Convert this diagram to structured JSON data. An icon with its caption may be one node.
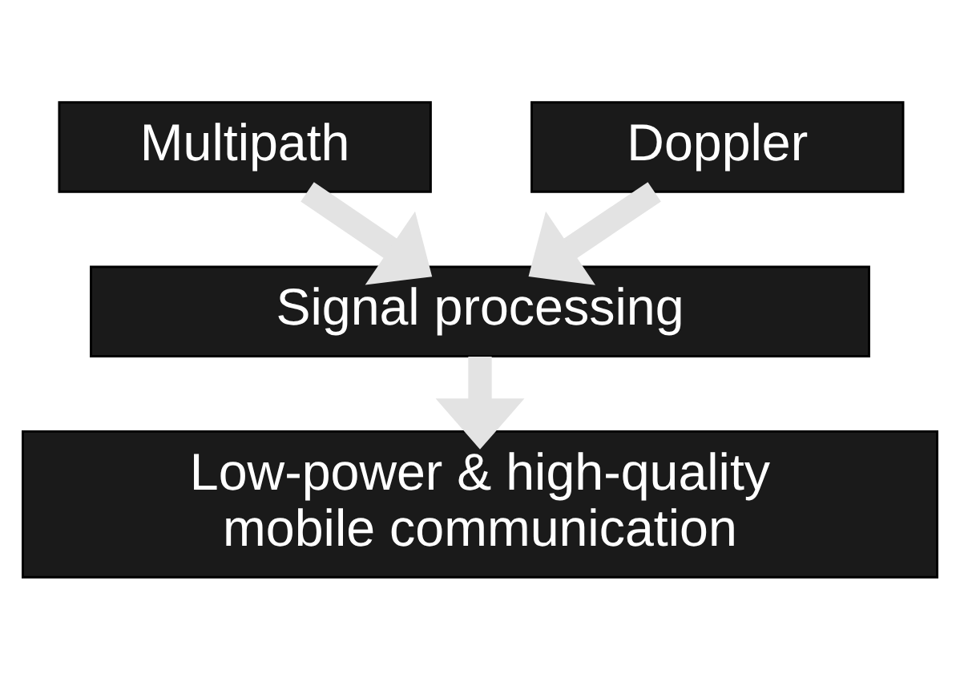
{
  "diagram": {
    "nodes": [
      {
        "text": [
          "Multipath"
        ]
      },
      {
        "text": [
          "Doppler"
        ]
      },
      {
        "text": [
          "Signal processing"
        ]
      },
      {
        "text": [
          "Low-power & high-quality mobile communication"
        ]
      }
    ],
    "edges": [
      {
        "from": 0,
        "to": 2,
        "arrow": "to"
      },
      {
        "from": 1,
        "to": 2,
        "arrow": "to"
      },
      {
        "from": 2,
        "to": 3,
        "arrow": "to"
      }
    ]
  }
}
